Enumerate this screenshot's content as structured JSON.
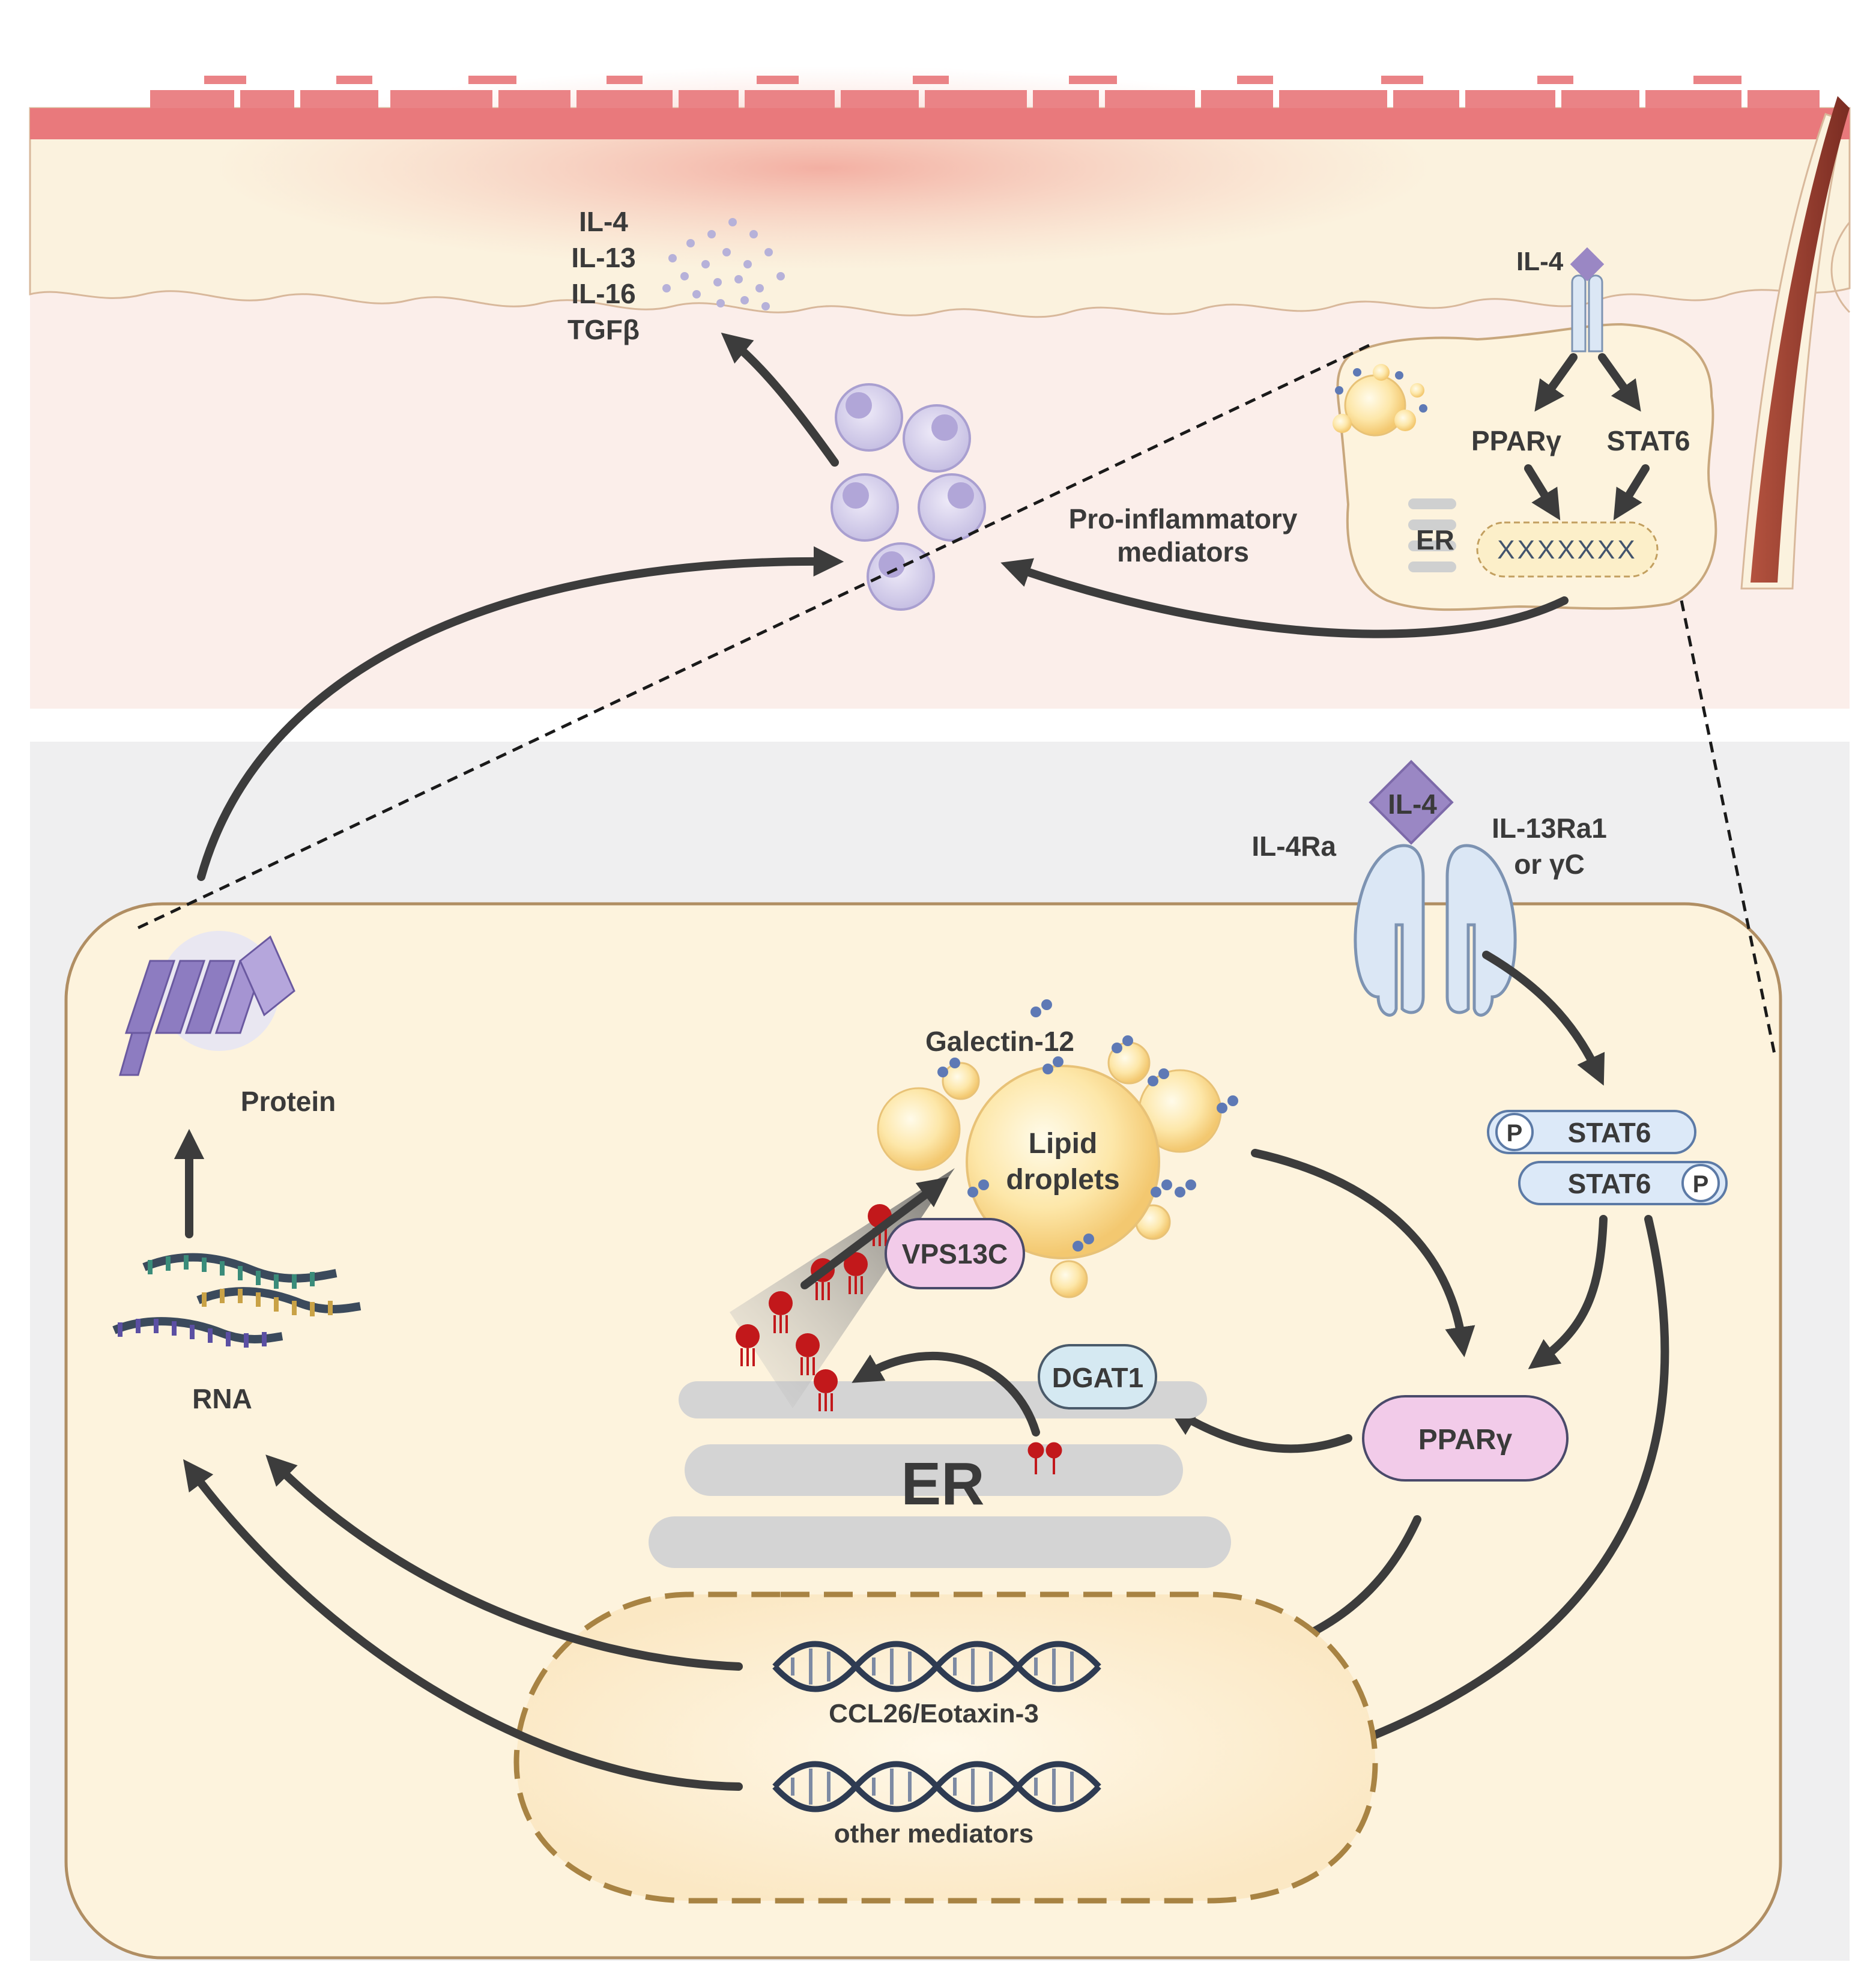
{
  "skin": {
    "cytokines": [
      "IL-4",
      "IL-13",
      "IL-16",
      "TGFβ"
    ],
    "inset": {
      "ligand": "IL-4",
      "left_target": "PPARγ",
      "right_target": "STAT6",
      "organelle": "ER",
      "dna": "XXXXXXX"
    },
    "mediators": [
      "Pro-inflammatory",
      "mediators"
    ]
  },
  "cell": {
    "ligand": "IL-4",
    "receptor_left": "IL-4Ra",
    "receptor_right": [
      "IL-13Ra1",
      "or γC"
    ],
    "stat_top": {
      "p": "P",
      "label": "STAT6"
    },
    "stat_bottom": {
      "p": "P",
      "label": "STAT6"
    },
    "pparg": "PPARγ",
    "dgat1": "DGAT1",
    "er": "ER",
    "vps13c": "VPS13C",
    "galectin": "Galectin-12",
    "lipid": [
      "Lipid",
      "droplets"
    ],
    "protein": "Protein",
    "rna": "RNA",
    "gene1": "CCL26/Eotaxin-3",
    "gene2": "other mediators"
  },
  "colors": {
    "skin_top": "#e9797c",
    "dermis": "#fbeeea",
    "cell_fill": "#fdf3dd",
    "cell_border": "#b08e63",
    "receptor": "#dbe7f5",
    "pparg": "#f2cbe9",
    "stat": "#dce9f8",
    "lipid": "#fde6a8",
    "eosinophil": "#dcd6ee",
    "nucleus_border": "#a88343",
    "arrow": "#3c3c3c"
  }
}
